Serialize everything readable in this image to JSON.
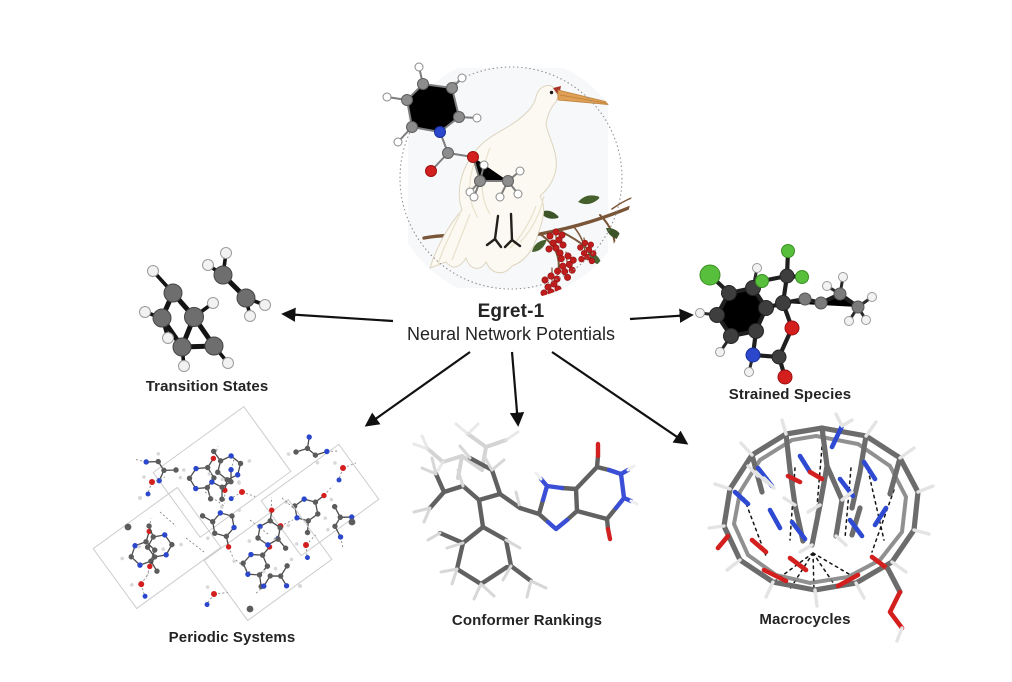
{
  "figure": {
    "title": "Egret-1",
    "subtitle": "Neural Network Potentials",
    "center_illustration": "egret-bird-with-molecule-in-dotted-circle"
  },
  "applications": [
    {
      "id": "transition-states",
      "label": "Transition States",
      "position": "left",
      "depiction": "ball-and-stick grayscale molecule"
    },
    {
      "id": "strained-species",
      "label": "Strained Species",
      "position": "right",
      "depiction": "ball-and-stick molecule with Cl/F (green), O (red), N (blue)"
    },
    {
      "id": "periodic-systems",
      "label": "Periodic Systems",
      "position": "bottom-left",
      "depiction": "crystal packing with tilted unit cells and hydrogen bonds"
    },
    {
      "id": "conformer-rankings",
      "label": "Conformer Rankings",
      "position": "bottom-center",
      "depiction": "overlaid stick conformers with bicyclic ring"
    },
    {
      "id": "macrocycles",
      "label": "Macrocycles",
      "position": "bottom-right",
      "depiction": "macrocyclic stick ensemble with dashed H-bonds"
    }
  ],
  "colors": {
    "background": "#ffffff",
    "text": "#242424",
    "arrow": "#111111",
    "carbon_gray": "#6e6e6e",
    "carbon_dark": "#3e3e3e",
    "hydrogen_white": "#f2f2f2",
    "nitrogen_blue": "#2b47cc",
    "oxygen_red": "#d41f1f",
    "halogen_green": "#58bf3c",
    "berry_red": "#bf1d1d",
    "leaf_green": "#45602c",
    "leaf_tan": "#c08d3f",
    "branch_brown": "#7a5638",
    "beak_orange": "#dfa055"
  }
}
